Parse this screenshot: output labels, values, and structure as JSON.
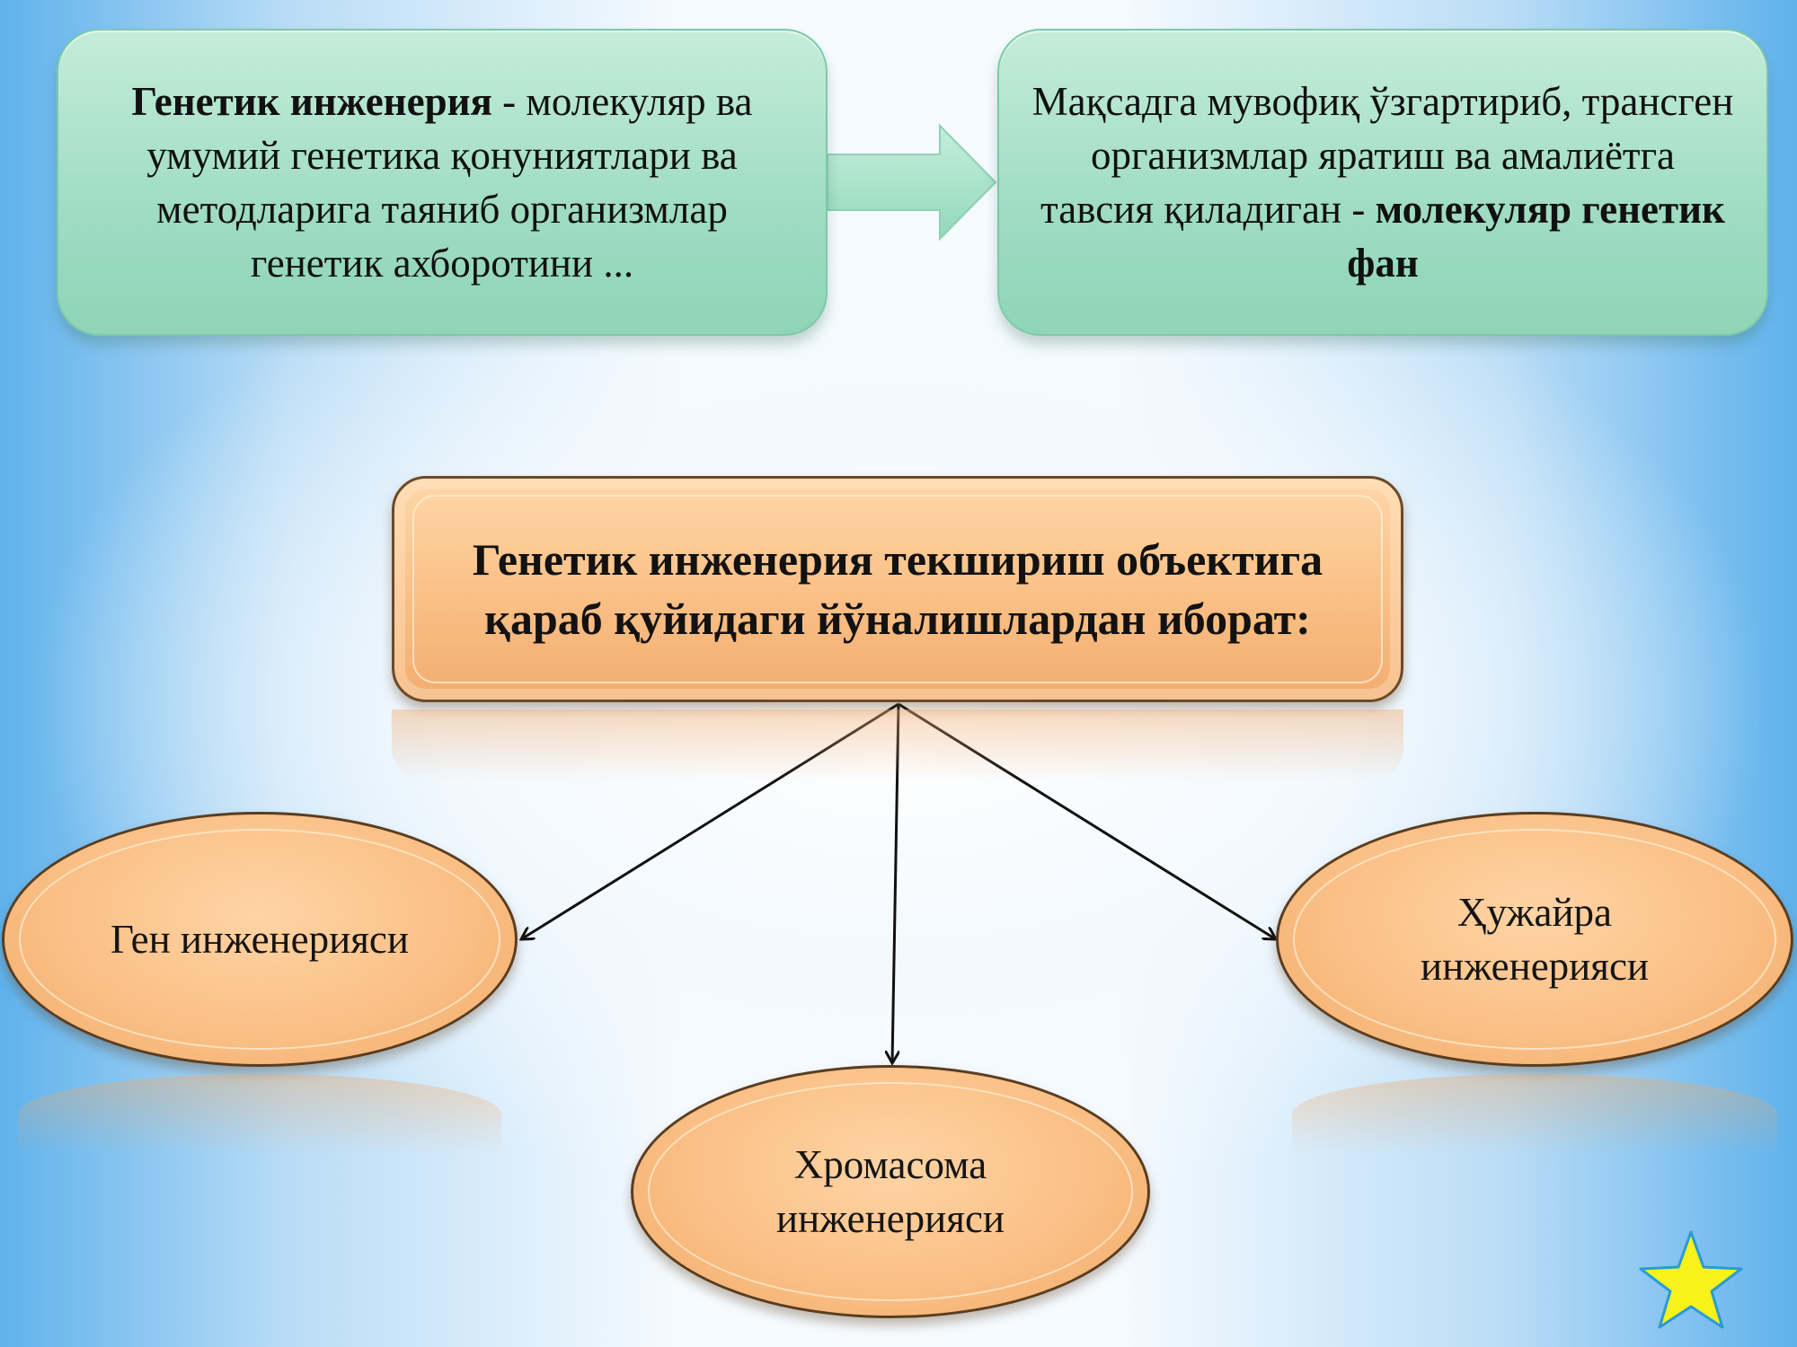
{
  "top_left": {
    "bold": "Генетик инженерия",
    "text": " - молекуляр ва умумий генетика қонуниятлари ва методларига таяниб организмлар генетик ахборотини ..."
  },
  "top_right": {
    "text": "Мақсадга мувофиқ ўзгартириб, трансген организмлар яратиш ва амалиётга тавсия қиладиган - ",
    "bold": "молекуляр генетик фан"
  },
  "center_title": "Генетик инженерия текшириш объектига қараб қуйидаги йўналишлардан иборат:",
  "branches": {
    "left": "Ген инженерияси",
    "bottom": "Хромасома инженерияси",
    "right": "Ҳужайра инженерияси"
  },
  "colors": {
    "green_box": "#9fdcc3",
    "orange_box": "#f9bf85",
    "star": "#f6f21a",
    "star_outline": "#2b9bd6"
  },
  "icons": {
    "corner_star": "star-icon"
  }
}
